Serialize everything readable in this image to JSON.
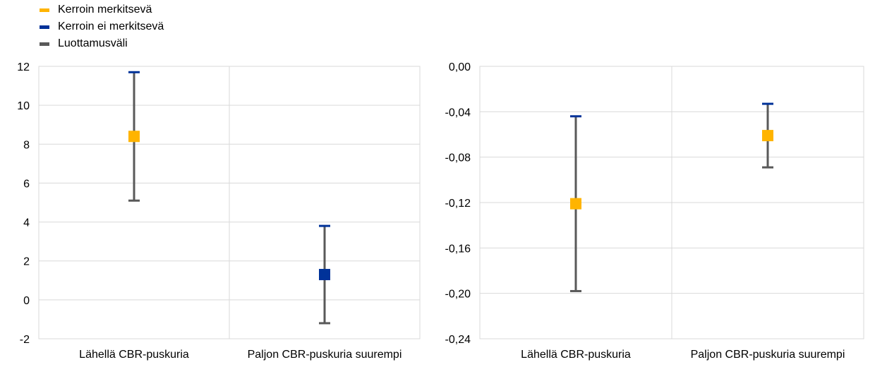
{
  "legend": [
    {
      "label": "Kerroin merkitsevä",
      "color": "#ffb400"
    },
    {
      "label": "Kerroin ei merkitsevä",
      "color": "#003299"
    },
    {
      "label": "Luottamusväli",
      "color": "#595959"
    }
  ],
  "chart_data": [
    {
      "type": "scatter",
      "categories": [
        "Lähellä CBR-puskuria",
        "Paljon CBR-puskuria suurempi"
      ],
      "ylim": [
        -2,
        12
      ],
      "yticks": [
        12,
        10,
        8,
        6,
        4,
        2,
        0,
        -2
      ],
      "ytick_labels": [
        "12",
        "10",
        "8",
        "6",
        "4",
        "2",
        "0",
        "-2"
      ],
      "points": [
        {
          "value": 8.4,
          "low": 5.1,
          "high": 11.7,
          "significant": true
        },
        {
          "value": 1.3,
          "low": -1.2,
          "high": 3.8,
          "significant": false
        }
      ],
      "grid": true
    },
    {
      "type": "scatter",
      "categories": [
        "Lähellä CBR-puskuria",
        "Paljon CBR-puskuria suurempi"
      ],
      "ylim": [
        -0.24,
        0.0
      ],
      "yticks": [
        0.0,
        -0.04,
        -0.08,
        -0.12,
        -0.16,
        -0.2,
        -0.24
      ],
      "ytick_labels": [
        "0,00",
        "-0,04",
        "-0,08",
        "-0,12",
        "-0,16",
        "-0,20",
        "-0,24"
      ],
      "points": [
        {
          "value": -0.121,
          "low": -0.198,
          "high": -0.044,
          "significant": true
        },
        {
          "value": -0.061,
          "low": -0.089,
          "high": -0.033,
          "significant": true
        }
      ],
      "grid": true
    }
  ]
}
